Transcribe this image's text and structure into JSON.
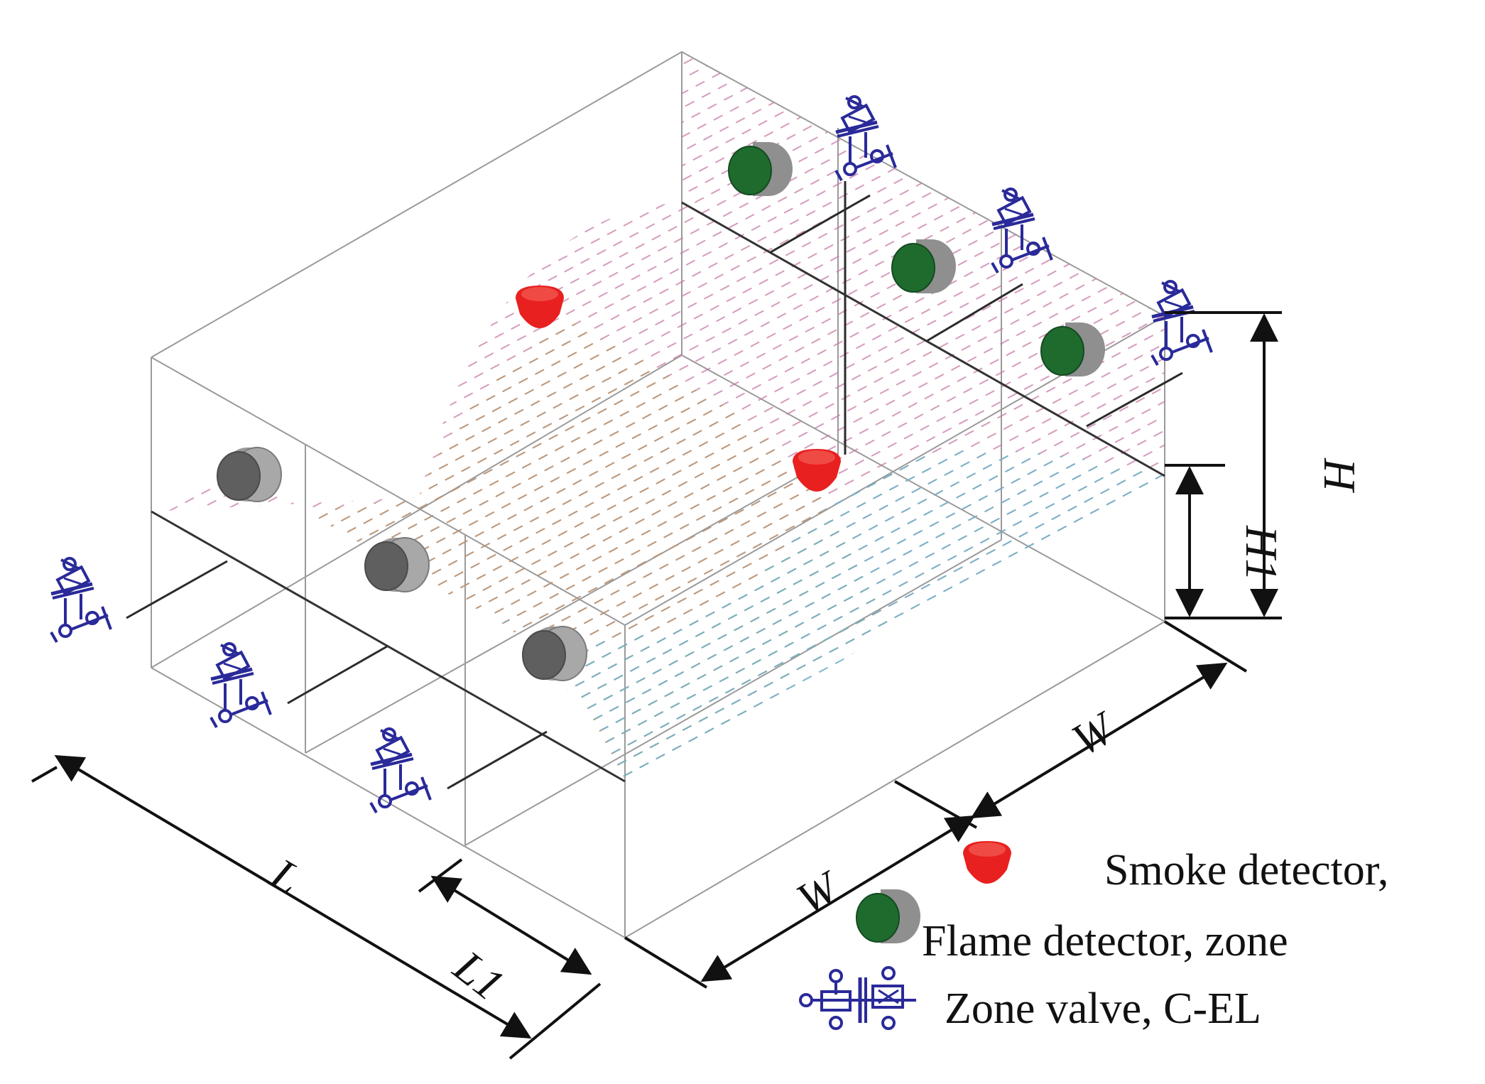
{
  "dimensions": {
    "length": "L",
    "length_1": "L1",
    "width_front": "W",
    "width_right": "W",
    "height": "H",
    "height_1": "H1"
  },
  "legend": {
    "smoke": "Smoke detector,",
    "flame": "Flame detector, zone",
    "valve": "Zone valve, C-EL"
  },
  "colors": {
    "smoke_detector": "#e8201f",
    "flame_detector_active": "#1f6b2e",
    "flame_detector_inactive": "#6e6e6e",
    "zone_valve": "#2a2a9a",
    "edge": "#9a9a9a"
  },
  "icons": {
    "smoke": "smoke-detector-icon",
    "flame": "flame-detector-icon",
    "valve": "zone-valve-icon"
  }
}
